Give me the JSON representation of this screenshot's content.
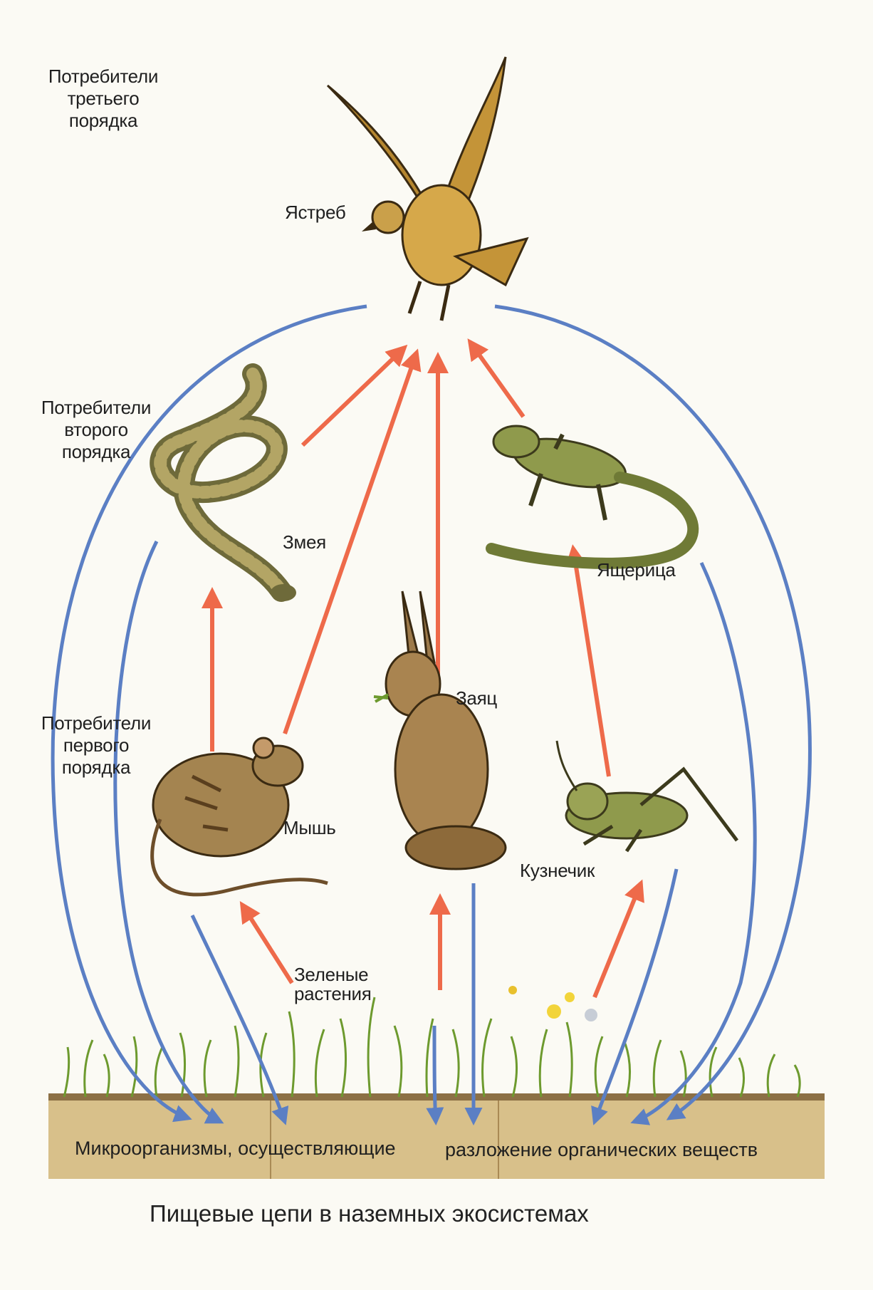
{
  "levels": {
    "third": "Потребители\nтретьего\nпорядка",
    "second": "Потребители\nвторого\nпорядка",
    "first": "Потребители\nпервого\nпорядка"
  },
  "organisms": {
    "hawk": "Ястреб",
    "snake": "Змея",
    "lizard": "Ящерица",
    "hare": "Заяц",
    "mouse": "Мышь",
    "grasshopper": "Кузнечик",
    "plants": "Зеленые\nрастения"
  },
  "soil": {
    "part1": "Микроорганизмы, осуществляющие",
    "part2": "разложение органических веществ"
  },
  "caption": "Пищевые цепи в наземных экосистемах",
  "colors": {
    "feeding_arrow": "#ee6a4a",
    "decomposition_arrow": "#5b7fc4",
    "soil": "#d8c08a",
    "grass": "#7aa33a"
  }
}
